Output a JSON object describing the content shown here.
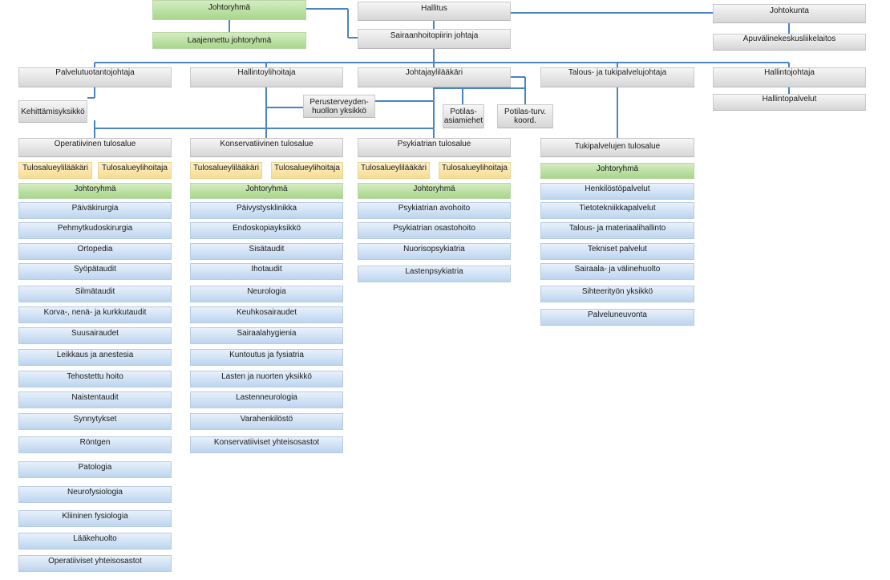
{
  "top": {
    "johtoryhma": "Johtoryhmä",
    "laajennettu": "Laajennettu johtoryhmä",
    "hallitus": "Hallitus",
    "sairaanhoitopiirin_johtaja": "Sairaanhoitopiirin johtaja",
    "johtokunta": "Johtokunta",
    "apuvaline": "Apuvälinekeskusliikelaitos"
  },
  "directors": {
    "palvelutuotanto": "Palvelutuotantojohtaja",
    "hallintoylihoitaja": "Hallintoylihoitaja",
    "johtajaylilaakari": "Johtajaylilääkäri",
    "talous": "Talous- ja tukipalvelujohtaja",
    "hallintojohtaja": "Hallintojohtaja",
    "hallintopalvelut": "Hallintopalvelut"
  },
  "units": {
    "kehittamisyksikko": "Kehittämisyksikkö",
    "perusterveydenhuolto": "Perusterveyden-huollon yksikkö",
    "potilasasiamiehet": "Potilas-asiamiehet",
    "potilasturv": "Potilas-turv. koord."
  },
  "roles": {
    "tulosalueylilaakari": "Tulosalueylilääkäri",
    "tulosalueylihoitaja": "Tulosalueylihoitaja",
    "johtoryhma": "Johtoryhmä"
  },
  "columns": [
    {
      "title": "Operatiivinen tulosalue",
      "items": [
        "Päiväkirurgia",
        "Pehmytkudoskirurgia",
        "Ortopedia",
        "Syöpätaudit",
        "Silmätaudit",
        "Korva-, nenä- ja kurkkutaudit",
        "Suusairaudet",
        "Leikkaus ja anestesia",
        "Tehostettu hoito",
        "Naistentaudit",
        "Synnytykset",
        "Röntgen",
        "Patologia",
        "Neurofysiologia",
        "Kliininen fysiologia",
        "Lääkehuolto",
        "Operatiiviset yhteisosastot"
      ]
    },
    {
      "title": "Konservatiivinen tulosalue",
      "items": [
        "Päivystysklinikka",
        "Endoskopiayksikkö",
        "Sisätaudit",
        "Ihotaudit",
        "Neurologia",
        "Keuhkosairaudet",
        "Sairaalahygienia",
        "Kuntoutus ja fysiatria",
        "Lasten ja nuorten yksikkö",
        "Lastenneurologia",
        "Varahenkilöstö",
        "Konservatiiviset yhteisosastot"
      ]
    },
    {
      "title": "Psykiatrian tulosalue",
      "items": [
        "Psykiatrian avohoito",
        "Psykiatrian osastohoito",
        "Nuorisopsykiatria",
        "Lastenpsykiatria"
      ]
    },
    {
      "title": "Tukipalvelujen tulosalue",
      "items": [
        "Henkilöstöpalvelut",
        "Tietotekniikkapalvelut",
        "Talous- ja materiaalihallinto",
        "Tekniset palvelut",
        "Sairaala- ja välinehuolto",
        "Sihteerityön yksikkö",
        "Palveluneuvonta"
      ]
    }
  ]
}
